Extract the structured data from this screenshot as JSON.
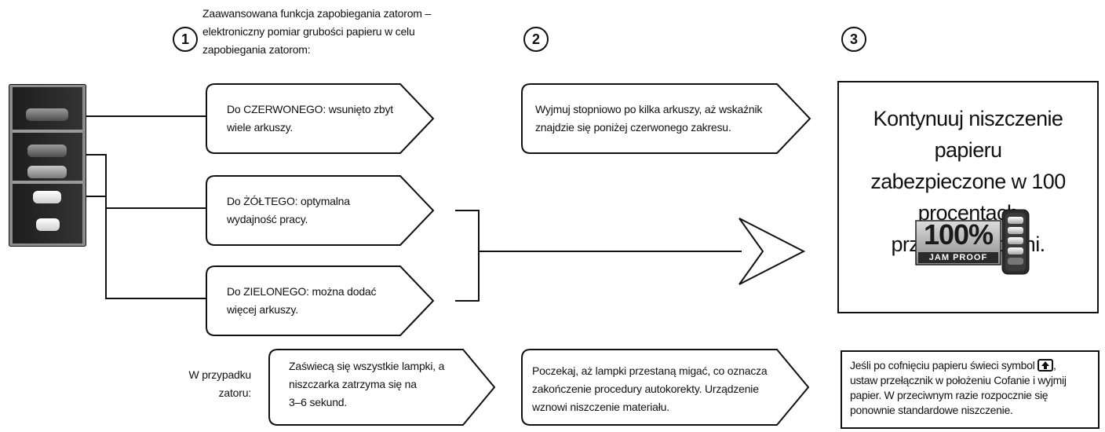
{
  "steps": {
    "one": "1",
    "two": "2",
    "three": "3"
  },
  "intro": {
    "line1": "Zaawansowana funkcja zapobiegania zatorom –",
    "line2": "elektroniczny pomiar grubości papieru w celu",
    "line3": "zapobiegania zatorom:"
  },
  "indicators": {
    "red": {
      "line1": "Do CZERWONEGO: wsunięto zbyt",
      "line2": "wiele arkuszy."
    },
    "yellow": {
      "line1": "Do ŻÓŁTEGO: optymalna",
      "line2": "wydajność pracy."
    },
    "green": {
      "line1": "Do ZIELONEGO: można dodać",
      "line2": "więcej arkuszy."
    }
  },
  "step2_remove": {
    "line1": "Wyjmuj stopniowo po kilka arkuszy, aż wskaźnik",
    "line2": "znajdzie się poniżej czerwonego zakresu."
  },
  "result_box": {
    "line1": "Kontynuuj niszczenie papieru",
    "line2": "zabezpieczone w 100 procentach",
    "line3": "przed blokadami."
  },
  "badge": {
    "percent": "100%",
    "label": "JAM PROOF"
  },
  "jam": {
    "label_line1": "W przypadku",
    "label_line2": "zatoru:",
    "s1_line1": "Zaświecą się wszystkie lampki, a",
    "s1_line2": "niszczarka zatrzyma się na",
    "s1_line3": "3–6 sekund.",
    "s2_line1": "Poczekaj, aż lampki przestaną migać, co oznacza",
    "s2_line2": "zakończenie procedury autokorekty. Urządzenie",
    "s2_line3": "wznowi niszczenie materiału.",
    "s3_part1": "Jeśli po cofnięciu papieru świeci symbol",
    "s3_part2": ",",
    "s3_line2": "ustaw przełącznik w położeniu Cofanie i wyjmij",
    "s3_line3": "papier. W przeciwnym razie rozpocznie się",
    "s3_line4": "ponownie standardowe niszczenie."
  }
}
